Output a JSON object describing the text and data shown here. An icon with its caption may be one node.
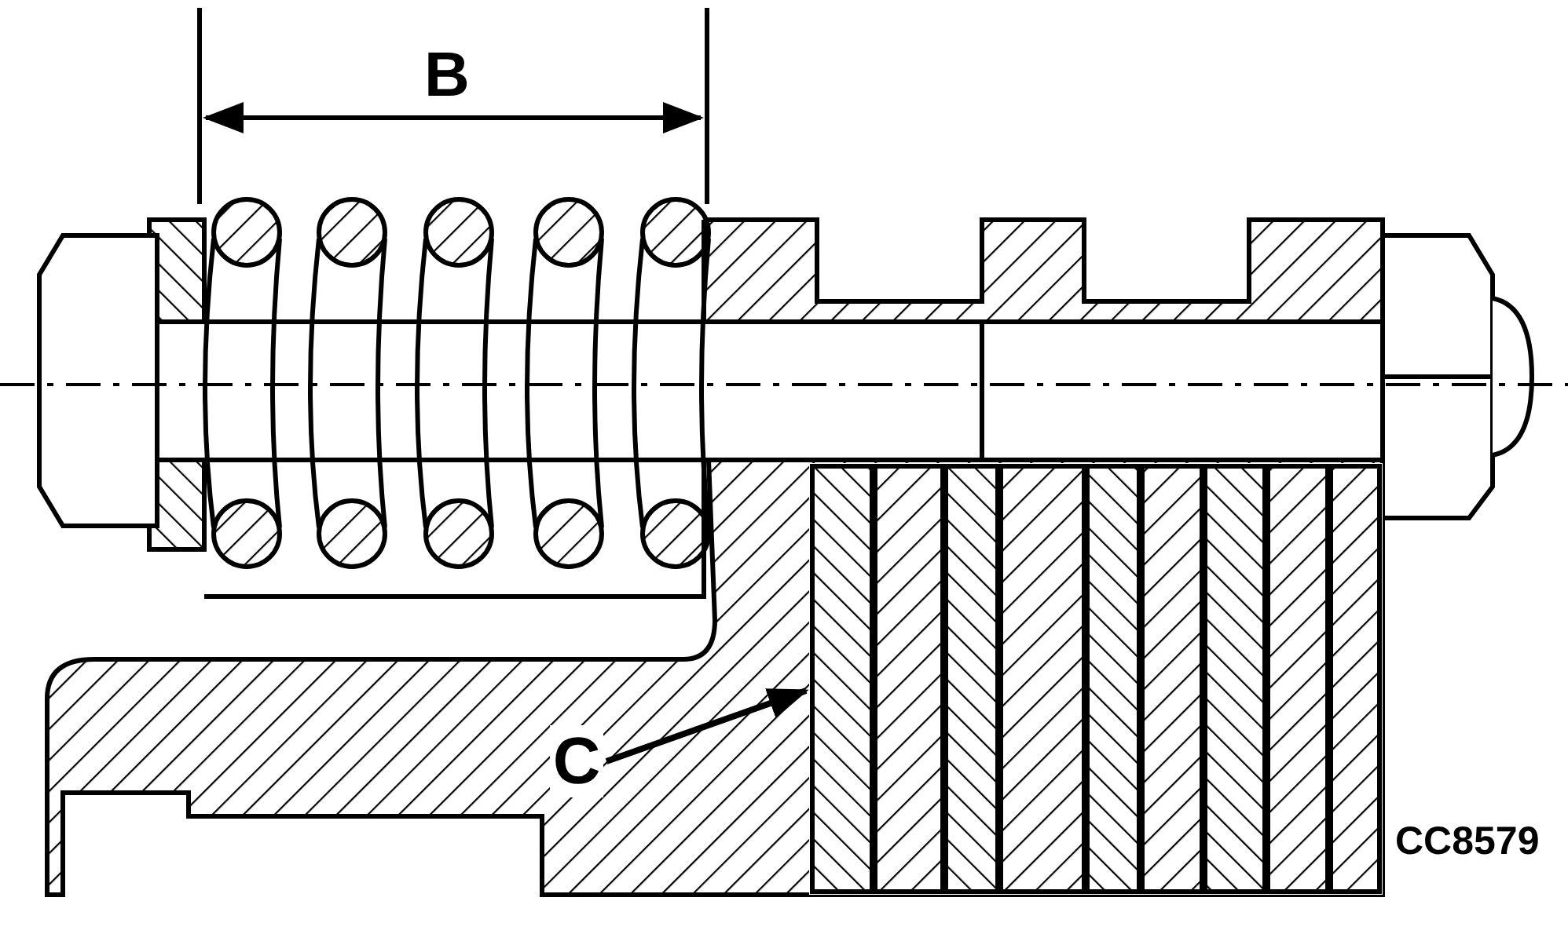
{
  "diagram": {
    "nodes": [
      {
        "text": [
          "C"
        ]
      },
      {
        "text": [],
        "shape": "box"
      }
    ],
    "edges": [
      {
        "from": 0,
        "to": 1,
        "arrow": "to"
      }
    ],
    "labels": [
      "B",
      "CC8579"
    ]
  }
}
